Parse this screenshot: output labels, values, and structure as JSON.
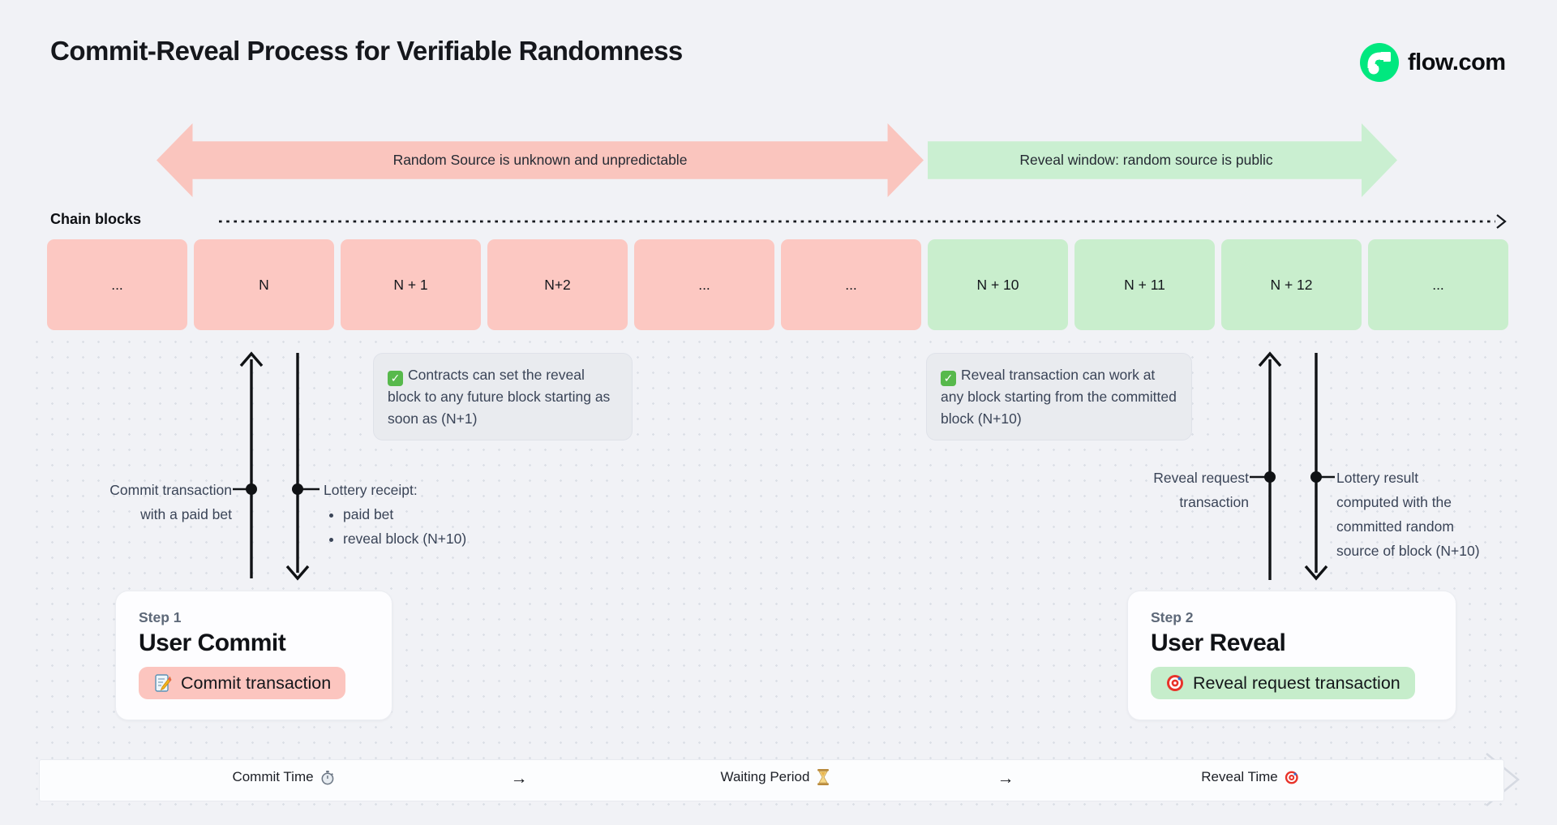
{
  "header": {
    "title": "Commit-Reveal Process for Verifiable Randomness",
    "logo_text": "flow.com",
    "brand_green": "#00e87f"
  },
  "phase_arrows": {
    "unknown_phase": {
      "label": "Random Source is unknown and unpredictable",
      "color": "#fac5be"
    },
    "reveal_phase": {
      "label": "Reveal window: random source is public",
      "color": "#caefd1"
    }
  },
  "chain": {
    "label": "Chain blocks",
    "blocks": [
      {
        "label": "...",
        "tone": "pink"
      },
      {
        "label": "N",
        "tone": "pink"
      },
      {
        "label": "N + 1",
        "tone": "pink"
      },
      {
        "label": "N+2",
        "tone": "pink"
      },
      {
        "label": "...",
        "tone": "pink"
      },
      {
        "label": "...",
        "tone": "pink"
      },
      {
        "label": "N + 10",
        "tone": "green"
      },
      {
        "label": "N + 11",
        "tone": "green"
      },
      {
        "label": "N + 12",
        "tone": "green"
      },
      {
        "label": "...",
        "tone": "green"
      }
    ]
  },
  "notes": [
    {
      "text": "Contracts can set the reveal block to any future block starting as soon as (N+1)"
    },
    {
      "text": "Reveal transaction can work at any block starting from the committed block (N+10)"
    }
  ],
  "annotations": {
    "commit_tx": {
      "line1": "Commit transaction",
      "line2": "with a paid bet"
    },
    "lottery_receipt": {
      "title": "Lottery receipt:",
      "bullet1": "paid bet",
      "bullet2": "reveal block (N+10)"
    },
    "reveal_tx": {
      "line1": "Reveal request",
      "line2": "transaction"
    },
    "lottery_result": {
      "line1": "Lottery result",
      "line2": "computed with the",
      "line3": "committed random",
      "line4": "source of block (N+10)"
    }
  },
  "steps": [
    {
      "step": "Step 1",
      "title": "User Commit",
      "button": "Commit transaction"
    },
    {
      "step": "Step 2",
      "title": "User Reveal",
      "button": "Reveal request transaction"
    }
  ],
  "timeline": {
    "commit": "Commit Time",
    "arrow1": "→",
    "waiting": "Waiting Period",
    "arrow2": "→",
    "reveal": "Reveal Time"
  }
}
